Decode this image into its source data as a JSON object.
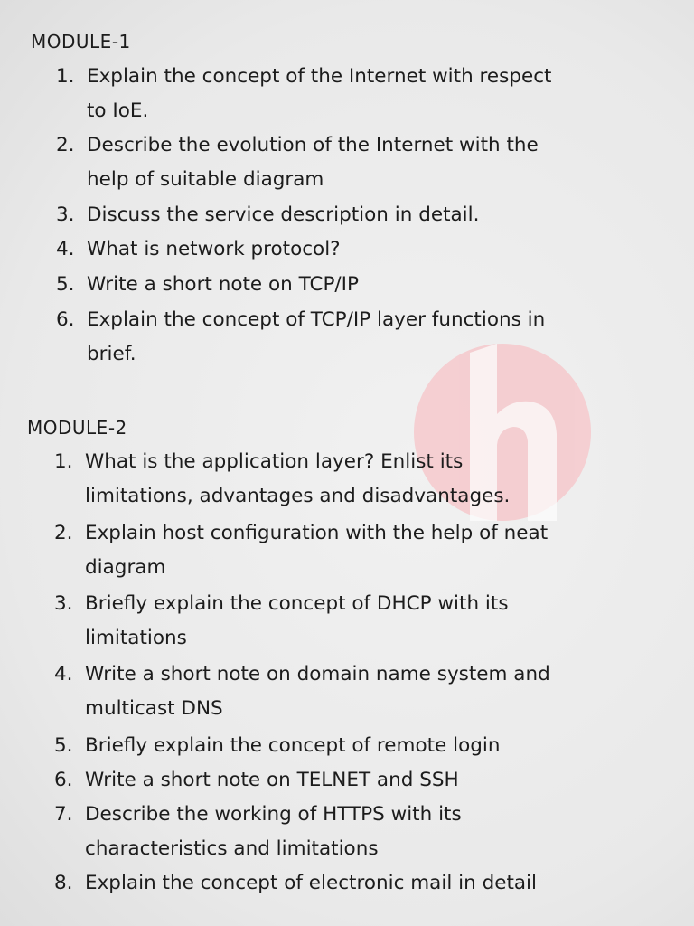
{
  "watermark": {
    "letter": "h",
    "color": "#f6c9cc"
  },
  "modules": [
    {
      "title": "MODULE-1",
      "questions": [
        {
          "num": "1.",
          "line1": "Explain the concept of the Internet with respect",
          "line2": "to IoE."
        },
        {
          "num": "2.",
          "line1": "Describe the evolution of the Internet with the",
          "line2": "help of suitable diagram"
        },
        {
          "num": "3.",
          "line1": "Discuss the service description in detail."
        },
        {
          "num": "4.",
          "line1": "What is network protocol?"
        },
        {
          "num": "5.",
          "line1": "Write a short note on TCP/IP"
        },
        {
          "num": "6.",
          "line1": "Explain the concept of TCP/IP layer functions in",
          "line2": "brief."
        }
      ]
    },
    {
      "title": "MODULE-2",
      "questions": [
        {
          "num": "1.",
          "line1": "What is the application layer? Enlist its",
          "line2": "limitations, advantages and disadvantages."
        },
        {
          "num": "2.",
          "line1": "Explain host configuration with the help of neat",
          "line2": "diagram"
        },
        {
          "num": "3.",
          "line1": "Briefly explain the concept of DHCP with its",
          "line2": "limitations"
        },
        {
          "num": "4.",
          "line1": "Write a short note on domain name system and",
          "line2": "multicast DNS"
        },
        {
          "num": "5.",
          "line1": "Briefly explain the concept of remote login"
        },
        {
          "num": "6.",
          "line1": "Write a short note on TELNET and SSH"
        },
        {
          "num": "7.",
          "line1": "Describe the working of HTTPS with its",
          "line2": "characteristics and limitations"
        },
        {
          "num": "8.",
          "line1": "Explain the concept of electronic mail in detail"
        }
      ]
    }
  ]
}
